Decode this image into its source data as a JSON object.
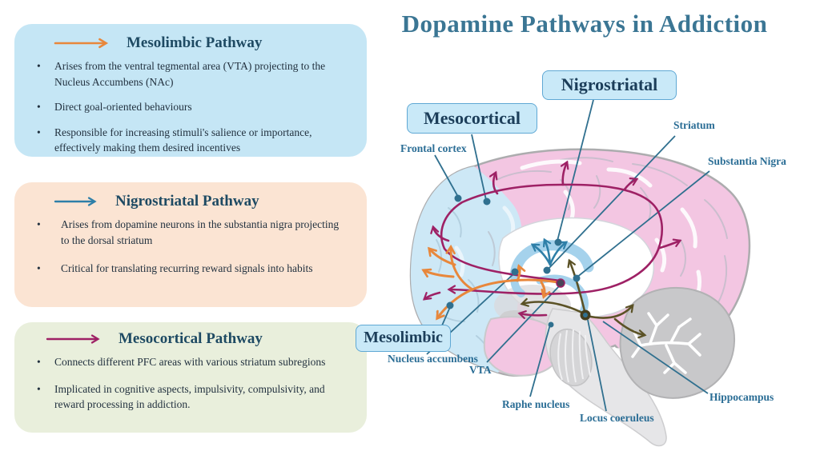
{
  "title": "Dopamine Pathways in Addiction",
  "info_boxes": [
    {
      "title": "Mesolimbic Pathway",
      "arrow_color": "#e8873b",
      "bg": "#c5e6f5",
      "bullets": [
        "Arises from the ventral tegmental area (VTA) projecting to the Nucleus Accumbens (NAc)",
        "Direct goal-oriented behaviours",
        "Responsible for increasing stimuli's salience or importance, effectively making them desired incentives"
      ]
    },
    {
      "title": "Nigrostriatal Pathway",
      "arrow_color": "#2e7fa8",
      "bg": "#fbe4d3",
      "bullets": [
        "Arises from dopamine neurons in the substantia nigra projecting to the dorsal striatum",
        "Critical for translating recurring reward signals into habits"
      ]
    },
    {
      "title": "Mesocortical Pathway",
      "arrow_color": "#9e2165",
      "bg": "#e9efdc",
      "bullets": [
        "Connects different PFC areas with various striatum subregions",
        "Implicated in cognitive aspects, impulsivity, compulsivity, and reward processing in addiction."
      ]
    }
  ],
  "pathway_tags": {
    "nigrostriatal": "Nigrostriatal",
    "mesocortical": "Mesocortical",
    "mesolimbic": "Mesolimbic"
  },
  "region_labels": {
    "frontal_cortex": "Frontal cortex",
    "striatum": "Striatum",
    "substantia_nigra": "Substantia Nigra",
    "nucleus_accumbens": "Nucleus accumbens",
    "vta": "VTA",
    "raphe_nucleus": "Raphe nucleus",
    "locus_coeruleus": "Locus coeruleus",
    "hippocampus": "Hippocampus"
  },
  "colors": {
    "title_text": "#3b7694",
    "label_text": "#2a6d95",
    "leader_line": "#30708f",
    "mesolimbic_arrow": "#e8873b",
    "nigrostriatal_arrow": "#2e7fa8",
    "mesocortical_arrow": "#9e2165",
    "hippocampal_arrow": "#5b5226",
    "box_mesolimbic_bg": "#c5e6f5",
    "box_nigrostriatal_bg": "#fbe4d3",
    "box_mesocortical_bg": "#e9efdc",
    "tag_bg": "#c9e9f8",
    "tag_border": "#5fa8d4",
    "brain_pink": "#f3c6e2",
    "brain_frontal_blue": "#cde8f6",
    "cerebellum_gray": "#c8c8ca"
  }
}
